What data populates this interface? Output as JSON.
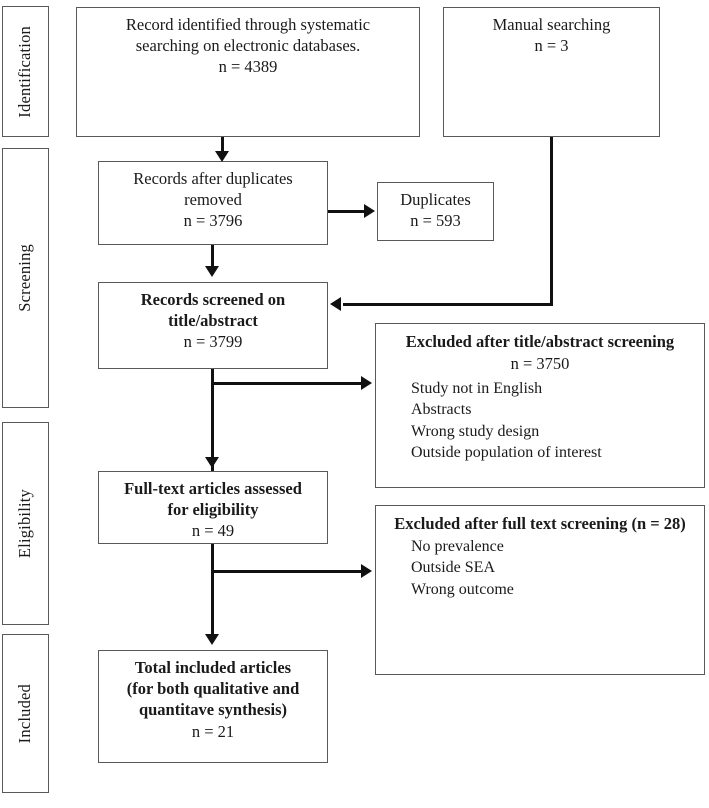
{
  "diagram": {
    "type": "prisma-flow-diagram",
    "stages": [
      {
        "id": "identification",
        "label": "Identification"
      },
      {
        "id": "screening",
        "label": "Screening"
      },
      {
        "id": "eligibility",
        "label": "Eligibility"
      },
      {
        "id": "included",
        "label": "Included"
      }
    ],
    "boxes": {
      "records_identified": {
        "line1": "Record identified through systematic",
        "line2": "searching on electronic databases.",
        "count": "n = 4389"
      },
      "manual_searching": {
        "line1": "Manual searching",
        "count": "n = 3"
      },
      "records_after_duplicates": {
        "line1": "Records after duplicates",
        "line2": "removed",
        "count": "n = 3796"
      },
      "duplicates": {
        "line1": "Duplicates",
        "count": "n = 593"
      },
      "records_screened": {
        "line1": "Records screened on",
        "line2": "title/abstract",
        "count": "n = 3799"
      },
      "excluded_title_abstract": {
        "heading": "Excluded after title/abstract screening",
        "count": "n = 3750",
        "reasons": [
          "Study not in English",
          "Abstracts",
          "Wrong study design",
          "Outside population of interest"
        ]
      },
      "full_text_assessed": {
        "line1": "Full-text articles assessed",
        "line2": "for eligibility",
        "count": "n = 49"
      },
      "excluded_full_text": {
        "heading": "Excluded after full text screening (n = 28)",
        "reasons": [
          "No prevalence",
          "Outside SEA",
          "Wrong outcome"
        ]
      },
      "total_included": {
        "line1": "Total included articles",
        "line2": "(for both qualitative and",
        "line3": "quantitave synthesis)",
        "count": "n = 21"
      }
    },
    "colors": {
      "box_border": "#595959",
      "connector": "#111111",
      "text": "#1a1a1a",
      "background": "#ffffff"
    }
  }
}
